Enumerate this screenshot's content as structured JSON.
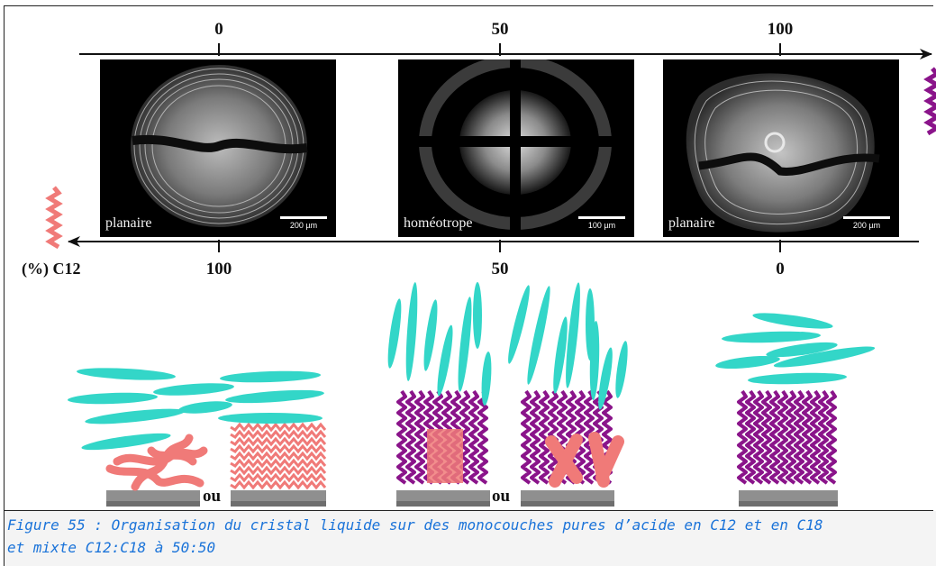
{
  "figure": {
    "top_axis": {
      "ticks": [
        "0",
        "50",
        "100"
      ]
    },
    "bottom_axis": {
      "label": "(%) C12",
      "ticks": [
        "100",
        "50",
        "0"
      ]
    },
    "micrographs": [
      {
        "label": "planaire",
        "scale": "200 µm"
      },
      {
        "label": "homéotrope",
        "scale": "100 µm"
      },
      {
        "label": "planaire",
        "scale": "200 µm"
      }
    ],
    "separator": "ou",
    "colors": {
      "c12_chain": "#f07a78",
      "c18_chain": "#8a148a",
      "liquid_crystal": "#33d6c8",
      "substrate": "#8f8f8f",
      "caption_text": "#1a73d9"
    }
  },
  "caption": {
    "line1": "Figure 55 : Organisation du cristal liquide sur des monocouches pures d’acide en C12 et en C18",
    "line2": "et mixte C12:C18 à 50:50"
  }
}
